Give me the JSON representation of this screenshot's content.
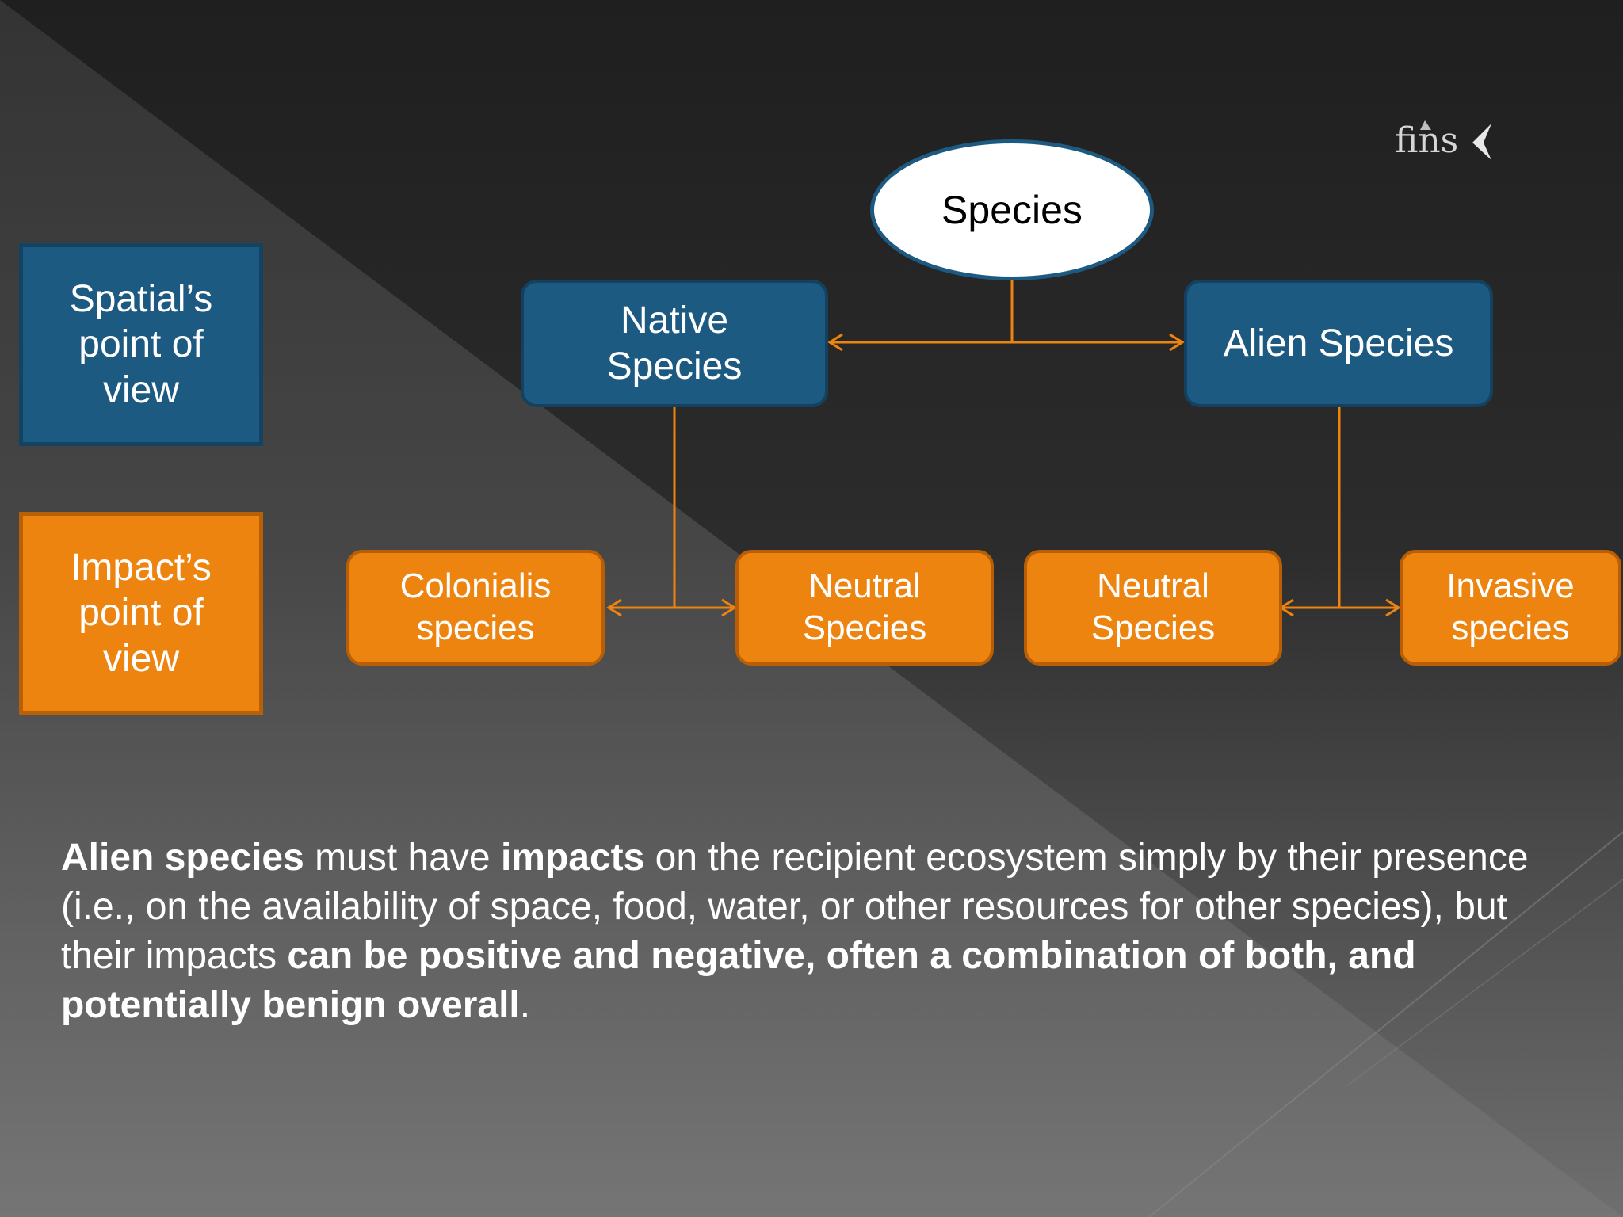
{
  "colors": {
    "background_dark": "#272727",
    "background_light": "#6f6f6f",
    "blue": "#1d5a82",
    "orange": "#ee8410",
    "connector": "#ee8410"
  },
  "legend": {
    "spatial": "Spatial’s\npoint of\nview",
    "impact": "Impact’s\npoint of\nview"
  },
  "logo": {
    "text": "fins"
  },
  "diagram": {
    "root": "Species",
    "native": "Native\nSpecies",
    "alien": "Alien  Species",
    "colonialis": "Colonialis\nspecies",
    "neutral_native": "Neutral\nSpecies",
    "neutral_alien": "Neutral\nSpecies",
    "invasive": "Invasive\nspecies"
  },
  "body": {
    "p1": "Alien species",
    "p2": " must have ",
    "p3": "impacts",
    "p4": " on the recipient ecosystem simply by their presence (i.e., on the availability of space, food, water, or other resources for other species), but their impacts ",
    "p5": "can be positive and negative, often a combination of both, and potentially benign overall",
    "p6": "."
  }
}
